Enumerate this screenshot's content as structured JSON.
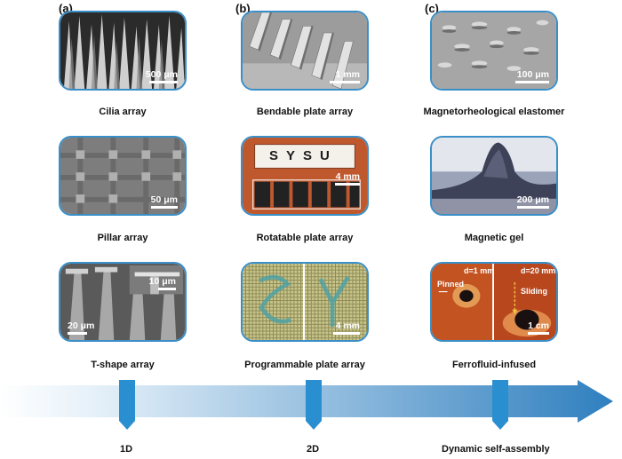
{
  "columns": [
    {
      "letter": "(a)"
    },
    {
      "letter": "(b)"
    },
    {
      "letter": "(c)"
    }
  ],
  "panels": [
    {
      "caption": "Cilia array",
      "scale": "500 μm"
    },
    {
      "caption": "Bendable plate array",
      "scale": "1 mm"
    },
    {
      "caption": "Magnetorheological elastomer",
      "scale": "100 μm"
    },
    {
      "caption": "Pillar array",
      "scale": "50 μm"
    },
    {
      "caption": "Rotatable plate array",
      "scale": "4 mm",
      "plate_text": "SYSU"
    },
    {
      "caption": "Magnetic gel",
      "scale": "200 μm"
    },
    {
      "caption": "T-shape array",
      "scale": "20 μm",
      "inset_scale": "10 μm"
    },
    {
      "caption": "Programmable plate array",
      "scale": "4 mm"
    },
    {
      "caption": "Ferrofluid-infused",
      "scale": "1 cm",
      "left_label": "d=1 mm",
      "right_label": "d=20 mm",
      "pinned": "Pinned",
      "sliding": "Sliding"
    }
  ],
  "timeline": {
    "labels": [
      "1D",
      "2D",
      "Dynamic self-assembly"
    ],
    "colors": {
      "start": "#e6f1f9",
      "end": "#2f7fbf",
      "marker": "#2a8fd0"
    }
  }
}
